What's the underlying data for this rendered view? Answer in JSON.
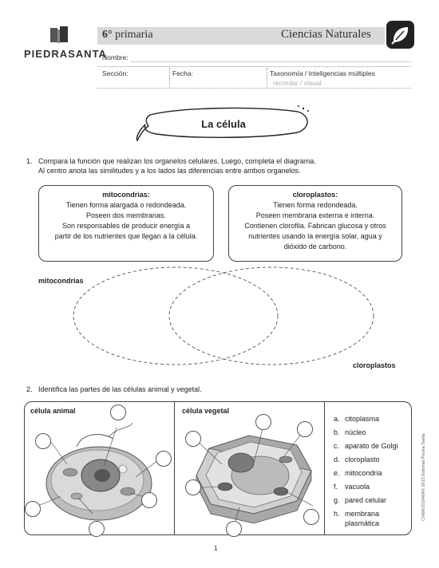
{
  "header": {
    "logo": "PIEDRASANTA",
    "grade": "6°",
    "grade_suffix": "primaria",
    "subject": "Ciencias Naturales",
    "icon": "leaf-icon"
  },
  "fields": {
    "name_label": "Nombre:",
    "section_label": "Sección:",
    "date_label": "Fecha:",
    "taxonomy_label": "Taxonomía / Inteligencias múltiples",
    "taxonomy_hint": "recordar / visual"
  },
  "title": "La célula",
  "activity1": {
    "number": "1.",
    "line1": "Compara la función que realizan los organelos celulares. Luego, completa el diagrama.",
    "line2": "Al centro anota las similitudes y a los lados las diferencias entre ambos organelos.",
    "box_left": {
      "title": "mitocondrias:",
      "lines": [
        "Tienen forma alargada o redondeada.",
        "Poseen dos membranas.",
        "Son responsables de producir energía a",
        "partir de los nutrientes que llegan a la célula."
      ]
    },
    "box_right": {
      "title": "cloroplastos:",
      "lines": [
        "Tienen forma redondeada.",
        "Poseen membrana externa e interna.",
        "Contienen clorofila. Fabrican glucosa y otros",
        "nutrientes usando la energía solar, agua y",
        "dióxido de carbono."
      ]
    },
    "venn_left_label": "mitocondrias",
    "venn_right_label": "cloroplastos"
  },
  "activity2": {
    "number": "2.",
    "text": "Identifica las partes de las células animal y vegetal.",
    "animal_label": "célula animal",
    "plant_label": "célula vegetal",
    "parts": [
      {
        "letter": "a.",
        "name": "citoplasma"
      },
      {
        "letter": "b.",
        "name": "núcleo"
      },
      {
        "letter": "c.",
        "name": "aparato de Golgi"
      },
      {
        "letter": "d.",
        "name": "cloroplasto"
      },
      {
        "letter": "e.",
        "name": "mitocondria"
      },
      {
        "letter": "f.",
        "name": "vacuola"
      },
      {
        "letter": "g.",
        "name": "pared celular"
      },
      {
        "letter": "h.",
        "name": "membrana"
      },
      {
        "letter": "",
        "name": "plasmática"
      }
    ]
  },
  "footer": {
    "page_number": "1",
    "side_code": "CN6M1010404© 2015 Editorial Piedra Santa"
  }
}
